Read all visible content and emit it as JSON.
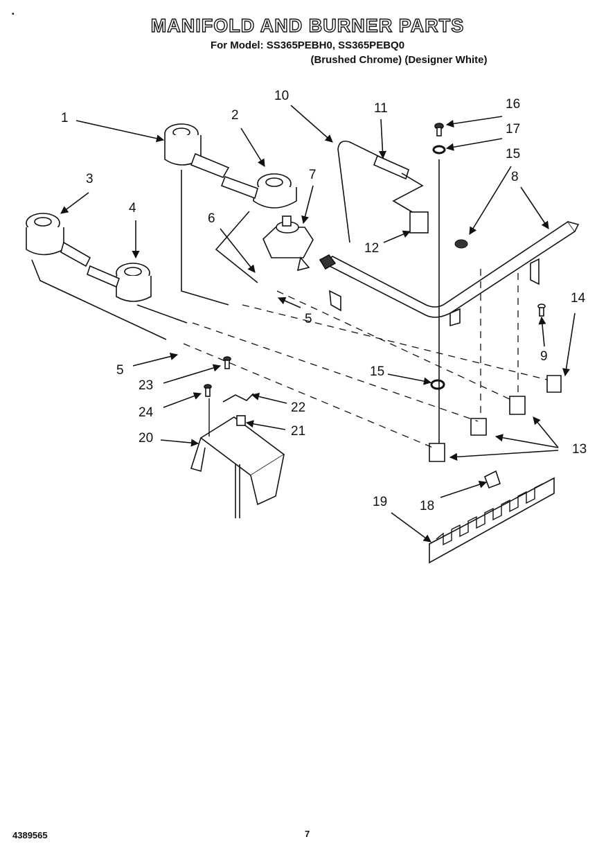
{
  "header": {
    "title": "MANIFOLD AND BURNER PARTS",
    "model_line": "For Model: SS365PEBH0, SS365PEBQ0",
    "variant_line": "(Brushed Chrome) (Designer White)"
  },
  "callouts": {
    "c1": "1",
    "c2": "2",
    "c3": "3",
    "c4": "4",
    "c5a": "5",
    "c5b": "5",
    "c6": "6",
    "c7": "7",
    "c8": "8",
    "c9": "9",
    "c10": "10",
    "c11": "11",
    "c12": "12",
    "c13": "13",
    "c14": "14",
    "c15a": "15",
    "c15b": "15",
    "c16": "16",
    "c17": "17",
    "c18": "18",
    "c19": "19",
    "c20": "20",
    "c21": "21",
    "c22": "22",
    "c23": "23",
    "c24": "24"
  },
  "footer": {
    "part_number": "4389565",
    "page_number": "7"
  }
}
